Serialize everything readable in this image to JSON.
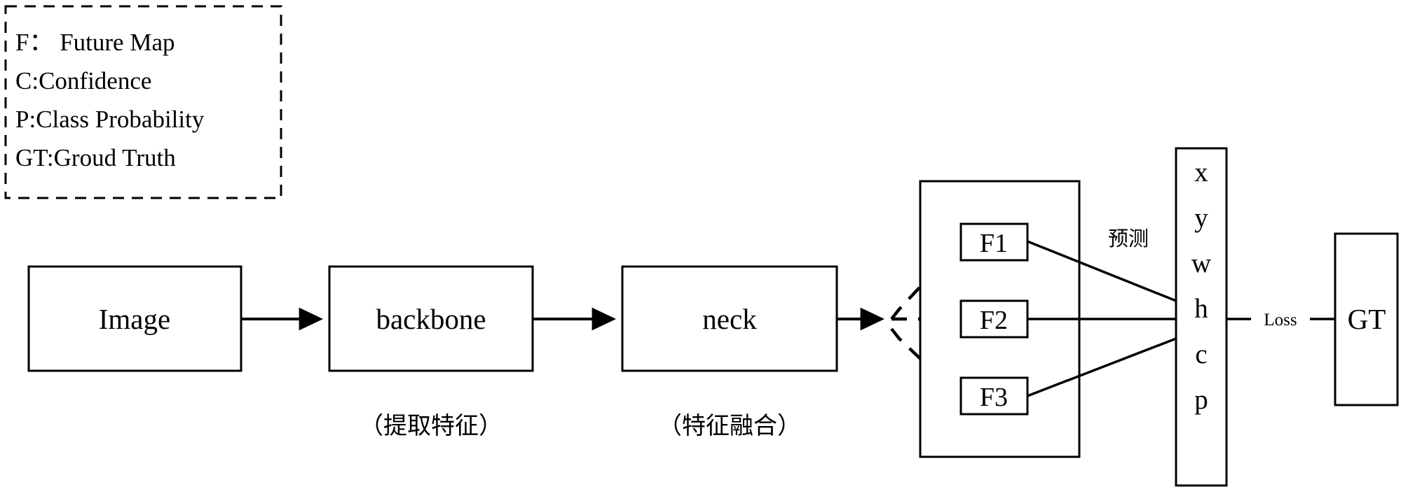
{
  "legend": {
    "name": "legend-box",
    "lines": [
      "F： Future Map",
      "C:Confidence",
      "P:Class Probability",
      "GT:Groud Truth"
    ]
  },
  "pipeline": {
    "boxes": [
      {
        "id": "image",
        "label": "Image"
      },
      {
        "id": "backbone",
        "label": "backbone"
      },
      {
        "id": "neck",
        "label": "neck"
      },
      {
        "id": "gt",
        "label": "GT"
      }
    ],
    "captions": [
      {
        "for": "backbone",
        "text": "（提取特征）"
      },
      {
        "for": "neck",
        "text": "（特征融合）"
      }
    ]
  },
  "feature_maps": {
    "container_label": "",
    "items": [
      {
        "id": "f1",
        "label": "F1"
      },
      {
        "id": "f2",
        "label": "F2"
      },
      {
        "id": "f3",
        "label": "F3"
      }
    ]
  },
  "prediction": {
    "label": "预测",
    "output_stack": [
      "x",
      "y",
      "w",
      "h",
      "c",
      "p"
    ]
  },
  "loss": {
    "label": "Loss"
  },
  "colors": {
    "stroke": "#000000",
    "fill": "#ffffff",
    "background": "#ffffff"
  }
}
